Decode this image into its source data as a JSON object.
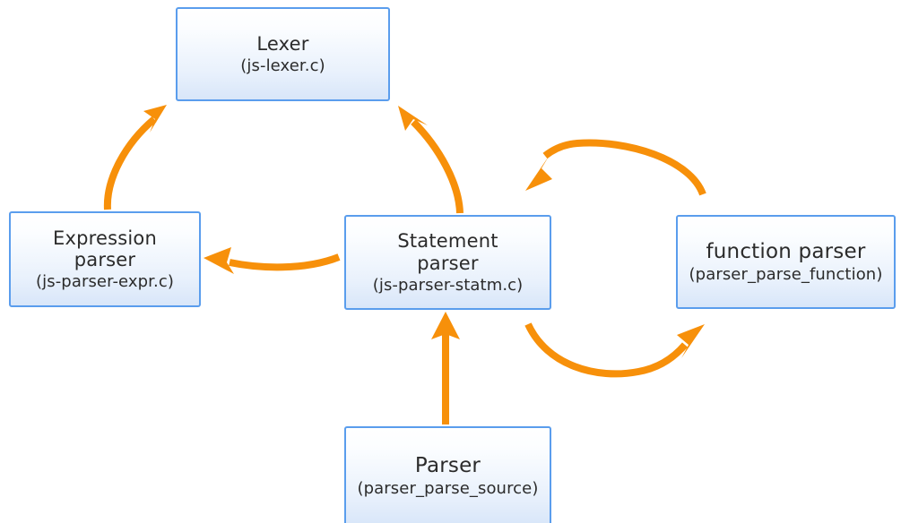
{
  "diagram": {
    "title": "QuickJS parser architecture diagram",
    "background_color": "#ffffff",
    "arrow_color": "#f7900a",
    "node_border_color": "#5a9ded",
    "node_fill_top": "#ffffff",
    "node_fill_bottom": "#d8e6f9",
    "nodes": [
      {
        "id": "lexer",
        "title": "Lexer",
        "sub": "(js-lexer.c)"
      },
      {
        "id": "exprparser",
        "title": "Expression\nparser",
        "sub": "(js-parser-expr.c)"
      },
      {
        "id": "stmtparser",
        "title": "Statement\nparser",
        "sub": "(js-parser-statm.c)"
      },
      {
        "id": "funcparser",
        "title": "function parser",
        "sub": "(parser_parse_function)"
      },
      {
        "id": "parser",
        "title": "Parser",
        "sub": "(parser_parse_source)"
      }
    ],
    "edges": [
      {
        "id": "expr-to-lexer",
        "from": "exprparser",
        "to": "lexer",
        "style": "curved-arrow"
      },
      {
        "id": "stmt-to-lexer",
        "from": "stmtparser",
        "to": "lexer",
        "style": "curved-arrow"
      },
      {
        "id": "stmt-to-expr",
        "from": "stmtparser",
        "to": "exprparser",
        "style": "curved-arrow"
      },
      {
        "id": "func-to-stmt",
        "from": "funcparser",
        "to": "stmtparser",
        "style": "arc-arrow-top"
      },
      {
        "id": "stmt-to-func",
        "from": "stmtparser",
        "to": "funcparser",
        "style": "arc-arrow-bottom"
      },
      {
        "id": "parser-to-stmt",
        "from": "parser",
        "to": "stmtparser",
        "style": "straight-arrow"
      }
    ]
  }
}
